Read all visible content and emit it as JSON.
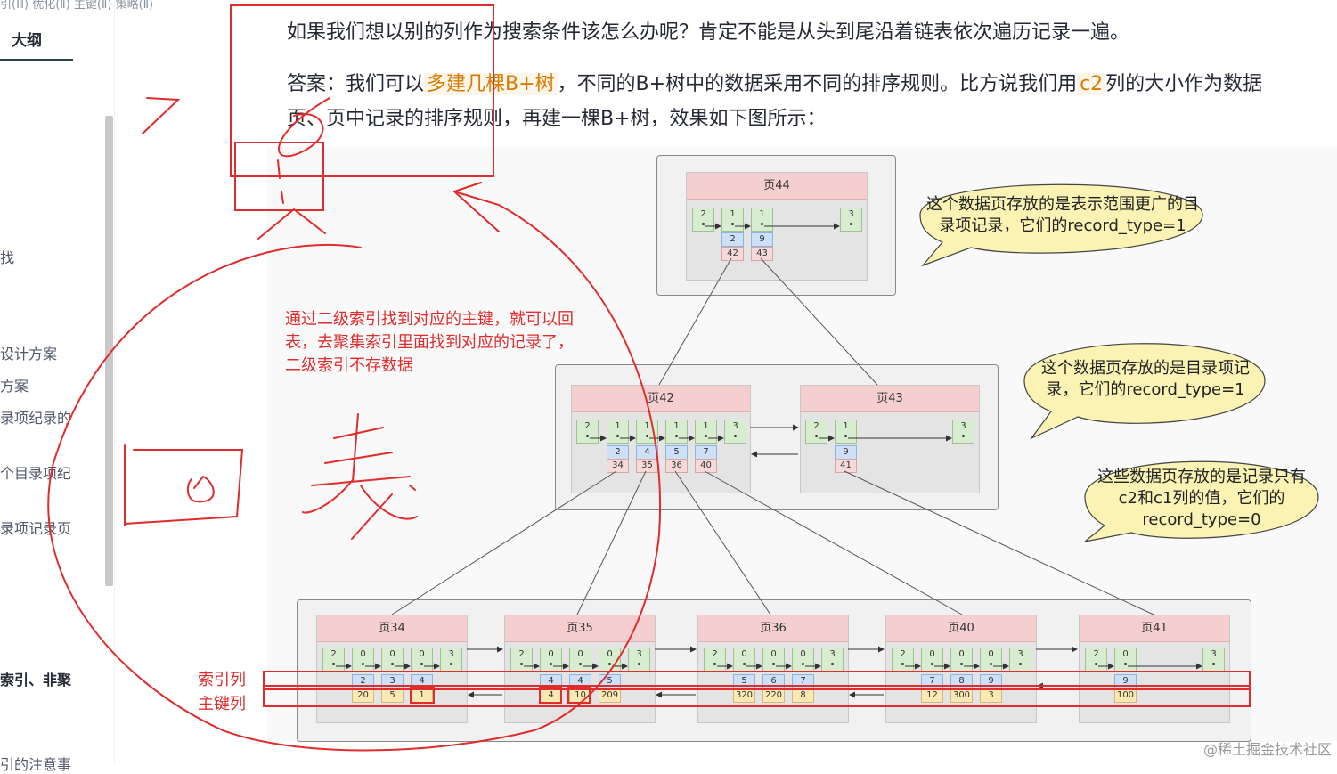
{
  "sidebar": {
    "top_text": "引(Ⅲ) 优化(Ⅱ) 主键(Ⅱ) 策略(Ⅱ)",
    "heading": "大纲",
    "items": [
      {
        "label": "找"
      },
      {
        "label": "设计方案"
      },
      {
        "label": "方案"
      },
      {
        "label": "录项纪录的"
      },
      {
        "label": "个目录项纪"
      },
      {
        "label": "录项记录页"
      },
      {
        "label": "索引、非聚"
      },
      {
        "label": "引的注意事"
      }
    ]
  },
  "article": {
    "p1": "如果我们想以别的列作为搜索条件该怎么办呢？肯定不能是从头到尾沿着链表依次遍历记录一遍。",
    "p2_a": "答案：我们可以",
    "p2_hl1": "多建几棵B+树",
    "p2_b": "，不同的B+树中的数据采用不同的排序规则。比方说我们用",
    "p2_hl2": "c2",
    "p2_c": "列的大小作为数据",
    "p3": "页、页中记录的排序规则，再建一棵B+树，效果如下图所示："
  },
  "diagram": {
    "bubbles": [
      {
        "text": "这个数据页存放的是表示范围更广的目录项记录，它们的record_type=1"
      },
      {
        "text": "这个数据页存放的是目录项记录，它们的record_type=1"
      },
      {
        "text": "这些数据页存放的是记录只有c2和c1列的值，它们的record_type=0"
      }
    ],
    "top_page": {
      "title": "页44",
      "records": [
        "2",
        "1",
        "1",
        "3"
      ],
      "keys": [
        "2",
        "9"
      ],
      "pages": [
        "42",
        "43"
      ]
    },
    "mid_pages": [
      {
        "title": "页42",
        "records": [
          "2",
          "1",
          "1",
          "1",
          "1",
          "3"
        ],
        "keys": [
          "2",
          "4",
          "5",
          "7"
        ],
        "pages": [
          "34",
          "35",
          "36",
          "40"
        ]
      },
      {
        "title": "页43",
        "records": [
          "2",
          "1",
          "3"
        ],
        "keys": [
          "9"
        ],
        "pages": [
          "41"
        ]
      }
    ],
    "leaf_pages": [
      {
        "title": "页34",
        "records": [
          "2",
          "0",
          "0",
          "0",
          "3"
        ],
        "keys": [
          "2",
          "3",
          "4"
        ],
        "pks": [
          "20",
          "5",
          "1"
        ]
      },
      {
        "title": "页35",
        "records": [
          "2",
          "0",
          "0",
          "0",
          "3"
        ],
        "keys": [
          "4",
          "4",
          "5"
        ],
        "pks": [
          "4",
          "10",
          "209"
        ]
      },
      {
        "title": "页36",
        "records": [
          "2",
          "0",
          "0",
          "0",
          "3"
        ],
        "keys": [
          "5",
          "6",
          "7"
        ],
        "pks": [
          "320",
          "220",
          "8"
        ]
      },
      {
        "title": "页40",
        "records": [
          "2",
          "0",
          "0",
          "0",
          "3"
        ],
        "keys": [
          "7",
          "8",
          "9"
        ],
        "pks": [
          "12",
          "300",
          "3"
        ]
      },
      {
        "title": "页41",
        "records": [
          "2",
          "0",
          "3"
        ],
        "keys": [
          "9"
        ],
        "pks": [
          "100"
        ]
      }
    ]
  },
  "annotations": {
    "note": "通过二级索引找到对应的主键，就可以回表，去聚集索引里面找到对应的记录了，二级索引不存数据",
    "index_col_label": "索引列",
    "pk_col_label": "主键列",
    "handwriting": "回表",
    "color": "#e02c2c"
  },
  "watermark": "@稀土掘金技术社区"
}
